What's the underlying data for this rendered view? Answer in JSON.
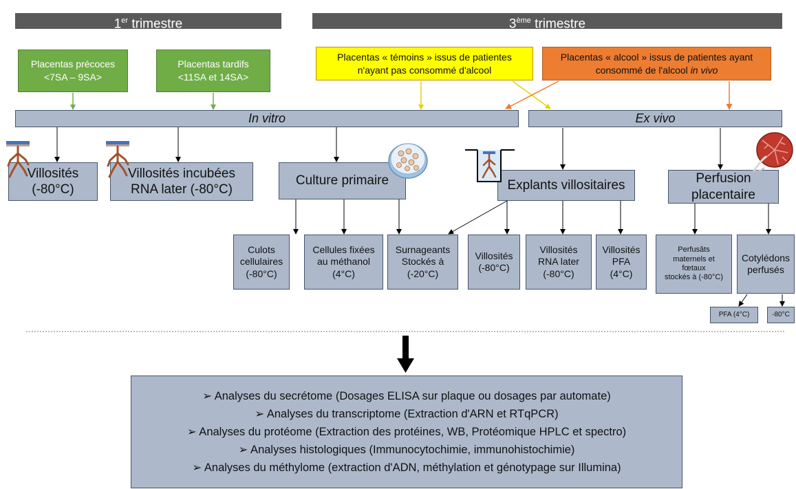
{
  "headers": {
    "first_trimester": {
      "prefix": "1",
      "sup": "er",
      "suffix": " trimestre"
    },
    "third_trimester": {
      "prefix": "3",
      "sup": "ème",
      "suffix": " trimestre"
    }
  },
  "sources": {
    "early": {
      "line1": "Placentas précoces",
      "line2": "<7SA – 9SA>"
    },
    "late": {
      "line1": "Placentas tardifs",
      "line2": "<11SA et 14SA>"
    },
    "control": {
      "line1": "Placentas «  témoins » issus de patientes",
      "line2": "n'ayant pas consommé d'alcool"
    },
    "alcohol": {
      "line1": "Placentas « alcool » issus de patientes ayant",
      "line2_prefix": "consommé de l'alcool ",
      "line2_italic": "in vivo"
    }
  },
  "bars": {
    "in_vitro": "In vitro",
    "ex_vivo": "Ex vivo"
  },
  "level1": {
    "villosites": {
      "line1": "Villosités",
      "line2": "(-80°C)"
    },
    "villosites_incubees": {
      "line1": "Villosités incubées",
      "line2": "RNA later (-80°C)"
    },
    "culture": "Culture primaire",
    "explants": "Explants villositaires",
    "perfusion": {
      "line1": "Perfusion",
      "line2": "placentaire"
    }
  },
  "level2": {
    "culots": [
      "Culots",
      "cellulaires",
      "(-80°C)"
    ],
    "cellules": [
      "Cellules fixées",
      "au méthanol",
      "(4°C)"
    ],
    "surnageants": [
      "Surnageants",
      "Stockés à",
      "(-20°C)"
    ],
    "vill_80": [
      "Villosités",
      "(-80°C)"
    ],
    "vill_rna": [
      "Villosités",
      "RNA later",
      "(-80°C)"
    ],
    "vill_pfa": [
      "Villosités",
      "PFA",
      "(4°C)"
    ],
    "perfusats": [
      "Perfusâts",
      "maternels et",
      "fœtaux",
      "stockés à (-80°C)"
    ],
    "cotyledons": [
      "Cotylédons",
      "perfusés"
    ]
  },
  "level3": {
    "pfa": "PFA (4°C)",
    "minus80": "-80°C"
  },
  "analyses": [
    "➢  Analyses du secrétome (Dosages ELISA sur plaque ou dosages par automate)",
    "➢  Analyses du transcriptome (Extraction d'ARN et RTqPCR)",
    "➢  Analyses du protéome (Extraction des protéines, WB, Protéomique HPLC et spectro)",
    "➢  Analyses histologiques (Immunocytochimie, immunohistochimie)",
    "➢  Analyses du méthylome (extraction d'ADN, méthylation et génotypage sur Illumina)"
  ],
  "colors": {
    "header": "#595959",
    "green": "#70ad47",
    "yellow": "#ffff00",
    "orange": "#ed7d31",
    "box": "#adb9ca",
    "border": "#44546a"
  },
  "icons": [
    "villi-tissue-icon",
    "petri-dish-icon",
    "explant-well-icon",
    "placenta-icon"
  ]
}
